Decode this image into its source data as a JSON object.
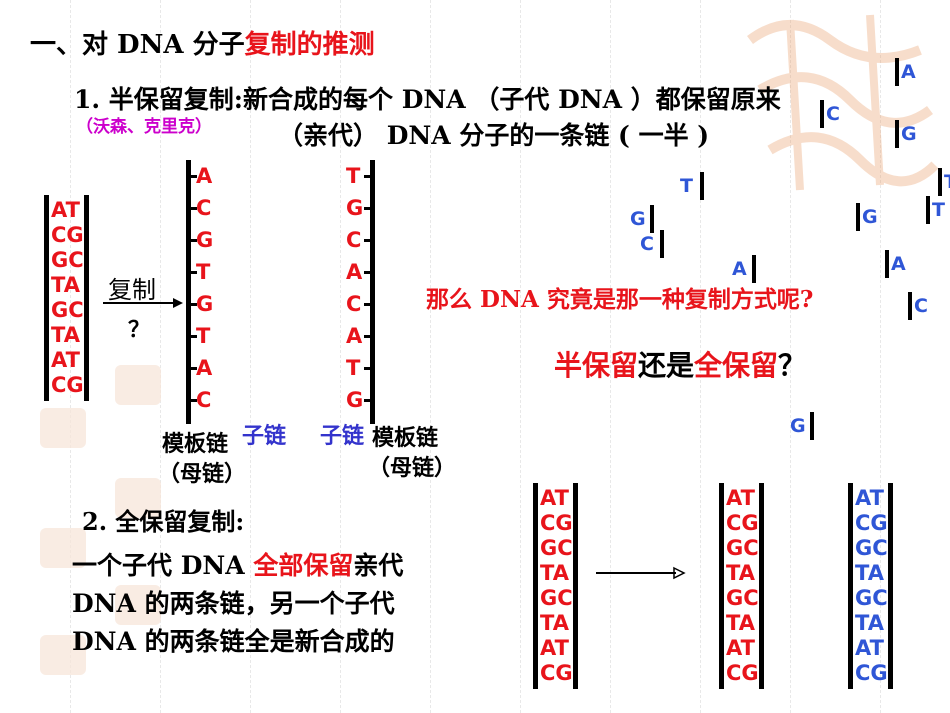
{
  "slide": {
    "title_prefix": "一、对 DNA 分子",
    "title_red": "复制的推测",
    "semi": {
      "line1": "1. 半保留复制:新合成的每个 DNA （子代 DNA ）都保留原来",
      "credit": "（沃森、克里克）",
      "line2": "（亲代） DNA 分子的一条链 ( 一半 )"
    },
    "arrow_label": "复制",
    "arrow_question": "？",
    "labels": {
      "template_left": "模板链",
      "mother_left": "（母链）",
      "child_left": "子链",
      "child_right": "子链",
      "template_right": "模板链",
      "mother_right": "（母链）"
    },
    "question": "那么 DNA 究竟是那一种复制方式呢?",
    "choice": {
      "part1": "半保留",
      "part2": "还是",
      "part3": "全保留",
      "part4": "？"
    },
    "full": {
      "heading": "2. 全保留复制:",
      "line1_a": "一个子代 DNA ",
      "line1_red": "全部保留",
      "line1_b": "亲代",
      "line2": "DNA 的两条链，另一个子代",
      "line3": "DNA 的两条链全是新合成的"
    }
  },
  "diagram": {
    "parent_pairs": [
      "AT",
      "CG",
      "GC",
      "TA",
      "GC",
      "TA",
      "AT",
      "CG"
    ],
    "left_strand_after": [
      "A",
      "C",
      "G",
      "T",
      "G",
      "T",
      "A",
      "C"
    ],
    "right_strand_after": [
      "T",
      "G",
      "C",
      "A",
      "C",
      "A",
      "T",
      "G"
    ],
    "free_nucleotides": [
      "A",
      "C",
      "G",
      "T",
      "G",
      "C",
      "G",
      "A",
      "A",
      "C",
      "G",
      "T",
      "T"
    ],
    "full_parent_pairs": [
      "AT",
      "CG",
      "GC",
      "TA",
      "GC",
      "TA",
      "AT",
      "CG"
    ],
    "full_kept_pairs": [
      "AT",
      "CG",
      "GC",
      "TA",
      "GC",
      "TA",
      "AT",
      "CG"
    ],
    "full_new_pairs": [
      "AT",
      "CG",
      "GC",
      "TA",
      "GC",
      "TA",
      "AT",
      "CG"
    ]
  },
  "colors": {
    "red": "#e8141b",
    "blue": "#2f56d6",
    "magenta": "#cc00cc",
    "label_blue": "#3333cc"
  }
}
